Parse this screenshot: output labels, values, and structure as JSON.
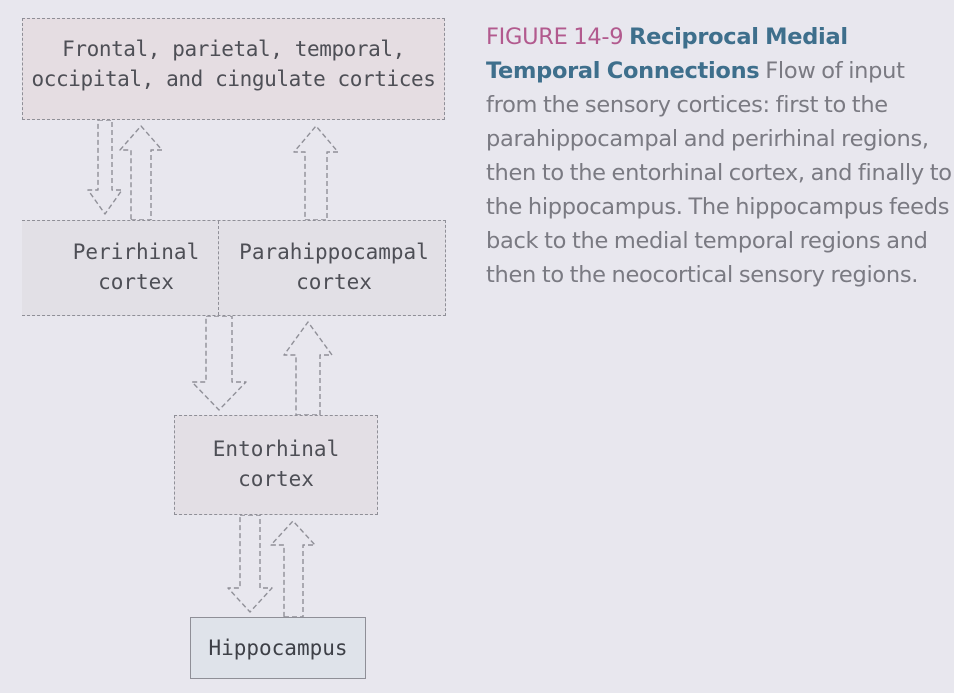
{
  "diagram": {
    "cortices": {
      "line1": "Frontal, parietal, temporal,",
      "line2": "occipital, and cingulate cortices"
    },
    "perirhinal": {
      "line1": "Perirhinal",
      "line2": "cortex"
    },
    "parahippocampal": {
      "line1": "Parahippocampal",
      "line2": "cortex"
    },
    "entorhinal": {
      "line1": "Entorhinal",
      "line2": "cortex"
    },
    "hippocampus": {
      "label": "Hippocampus"
    }
  },
  "caption": {
    "label": "FIGURE 14-9",
    "title": "Reciprocal Medial Temporal Connections",
    "body": "Flow of input from the sensory cortices: first to the parahippocampal and perirhinal regions, then to the entorhinal cortex, and finally to the hippocampus. The hippocampus feeds back to the medial temporal regions and then to the neocortical sensory regions."
  }
}
